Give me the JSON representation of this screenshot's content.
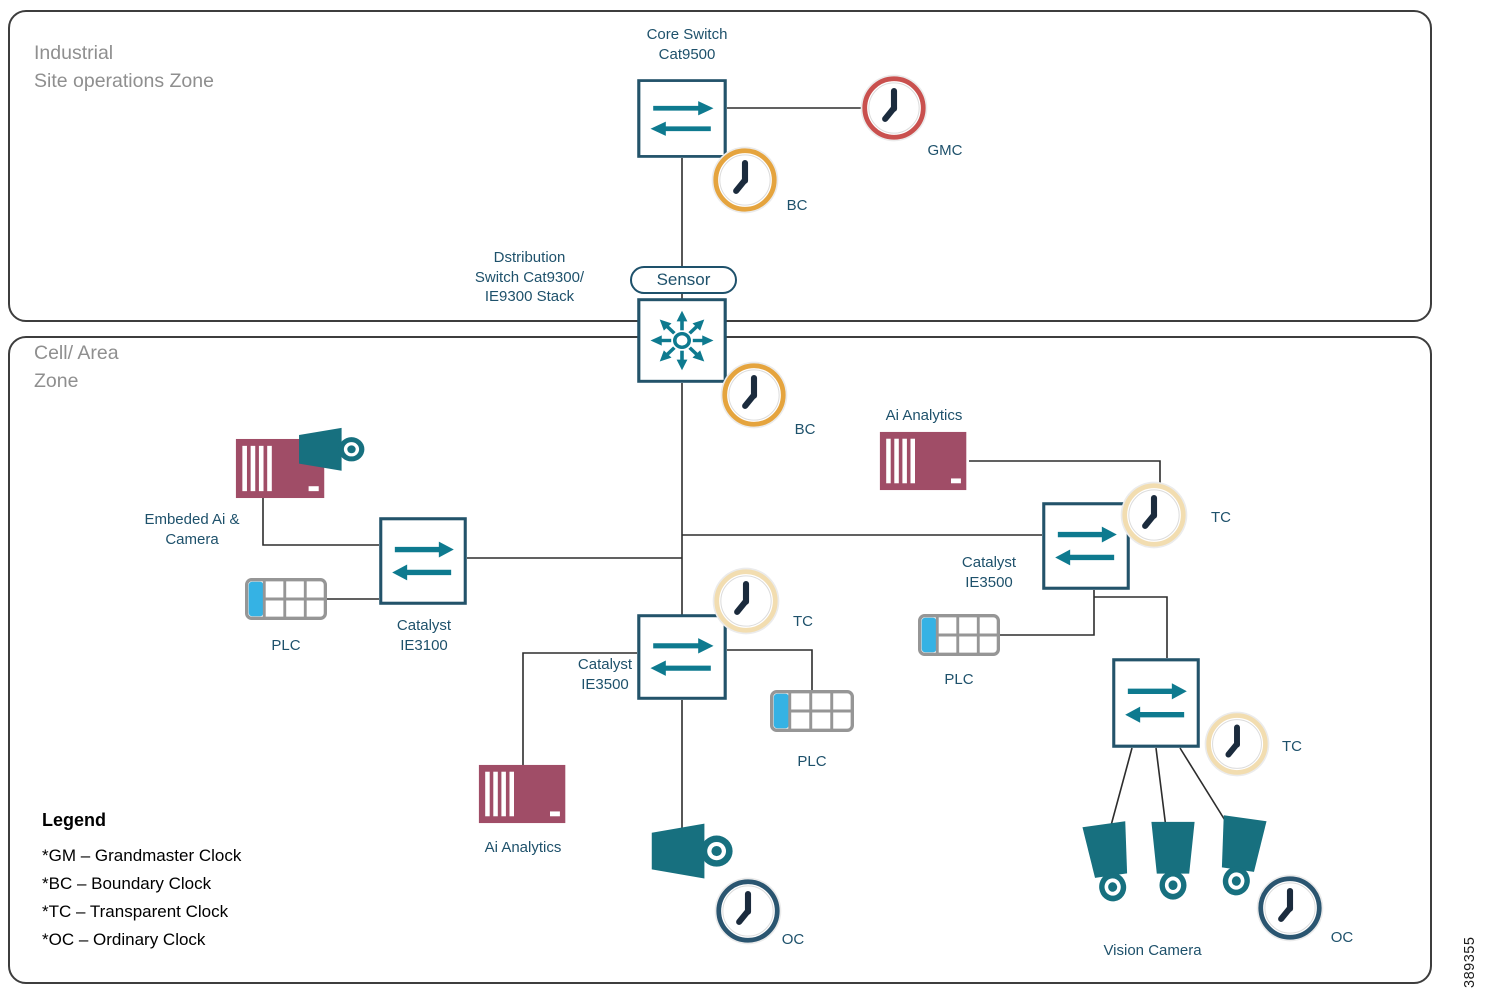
{
  "zones": {
    "industrial": "Industrial\nSite operations Zone",
    "cell_area": "Cell/ Area\nZone"
  },
  "nodes": {
    "core_switch": "Core Switch\nCat9500",
    "distribution_switch": "Dstribution\nSwitch Cat9300/\nIE9300 Stack",
    "sensor": "Sensor",
    "embedded_ai_camera": "Embeded Ai &\nCamera",
    "ai_analytics_top": "Ai Analytics",
    "ai_analytics_bottom": "Ai Analytics",
    "catalyst_ie3100": "Catalyst\nIE3100",
    "catalyst_ie3500_center": "Catalyst\nIE3500",
    "catalyst_ie3500_right": "Catalyst\nIE3500",
    "plc_left": "PLC",
    "plc_center": "PLC",
    "plc_right": "PLC",
    "vision_camera": "Vision Camera"
  },
  "clocks": {
    "gmc": {
      "label": "GMC",
      "ring": "#c9504e"
    },
    "bc_top": {
      "label": "BC",
      "ring": "#e5a43e"
    },
    "bc_mid": {
      "label": "BC",
      "ring": "#e5a43e"
    },
    "tc_center": {
      "label": "TC",
      "ring": "#f2ddb0"
    },
    "tc_right": {
      "label": "TC",
      "ring": "#f2ddb0"
    },
    "tc_bottom": {
      "label": "TC",
      "ring": "#f2ddb0"
    },
    "oc_center": {
      "label": "OC",
      "ring": "#2a5570"
    },
    "oc_right": {
      "label": "OC",
      "ring": "#2a5570"
    }
  },
  "legend": {
    "title": "Legend",
    "items": [
      "*GM – Grandmaster Clock",
      "*BC – Boundary Clock",
      "*TC – Transparent Clock",
      "*OC – Ordinary Clock"
    ]
  },
  "figure_number": "389355",
  "colors": {
    "gmc_ring": "#c9504e",
    "bc_ring": "#e5a43e",
    "tc_ring": "#f2ddb0",
    "oc_ring": "#2a5570",
    "device_teal": "#17707f",
    "server_maroon": "#a04d67",
    "plc_blue": "#35b2e4",
    "label_navy": "#1e516b",
    "line": "#2d2d2d"
  }
}
